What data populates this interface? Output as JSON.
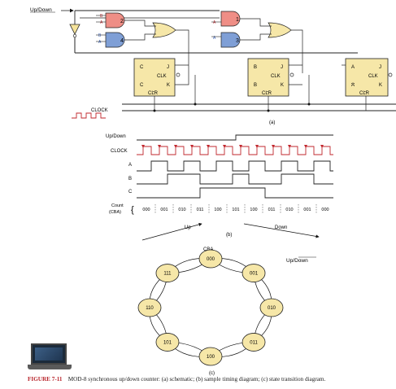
{
  "schematic": {
    "updown_label": "Up/Down",
    "gates": [
      "2",
      "4",
      "1",
      "3"
    ],
    "gate_inputs": [
      "B",
      "A",
      "B",
      "A",
      "A",
      "A"
    ],
    "ffs": [
      {
        "left": "C",
        "right": "J",
        "clk": "CLK",
        "bar": "C",
        "k": "K",
        "clr": "CLR"
      },
      {
        "left": "B",
        "right": "J",
        "clk": "CLK",
        "bar": "B",
        "k": "K",
        "clr": "CLR"
      },
      {
        "left": "A",
        "right": "J",
        "clk": "CLK",
        "bar": "A",
        "k": "K",
        "clr": "CLR"
      }
    ],
    "clock_label": "CLOCK",
    "part": "(a)"
  },
  "timing": {
    "rows": [
      "Up/Down",
      "CLOCK",
      "A",
      "B",
      "C"
    ],
    "count_label": "Count",
    "count_sub": "(CBA)",
    "counts": [
      "000",
      "001",
      "010",
      "011",
      "100",
      "101",
      "100",
      "011",
      "010",
      "001",
      "000"
    ],
    "up_label": "Up",
    "down_label": "Down",
    "part": "(b)"
  },
  "states": {
    "top_label": "CBA",
    "mode_label": "Up/Down",
    "nodes": [
      "000",
      "001",
      "010",
      "011",
      "100",
      "101",
      "110",
      "111"
    ],
    "part": "(c)"
  },
  "caption": {
    "label": "FIGURE 7-11",
    "text": "MOD-8 synchronous up/down counter: (a) schematic; (b) sample timing diagram; (c) state transition diagram."
  }
}
